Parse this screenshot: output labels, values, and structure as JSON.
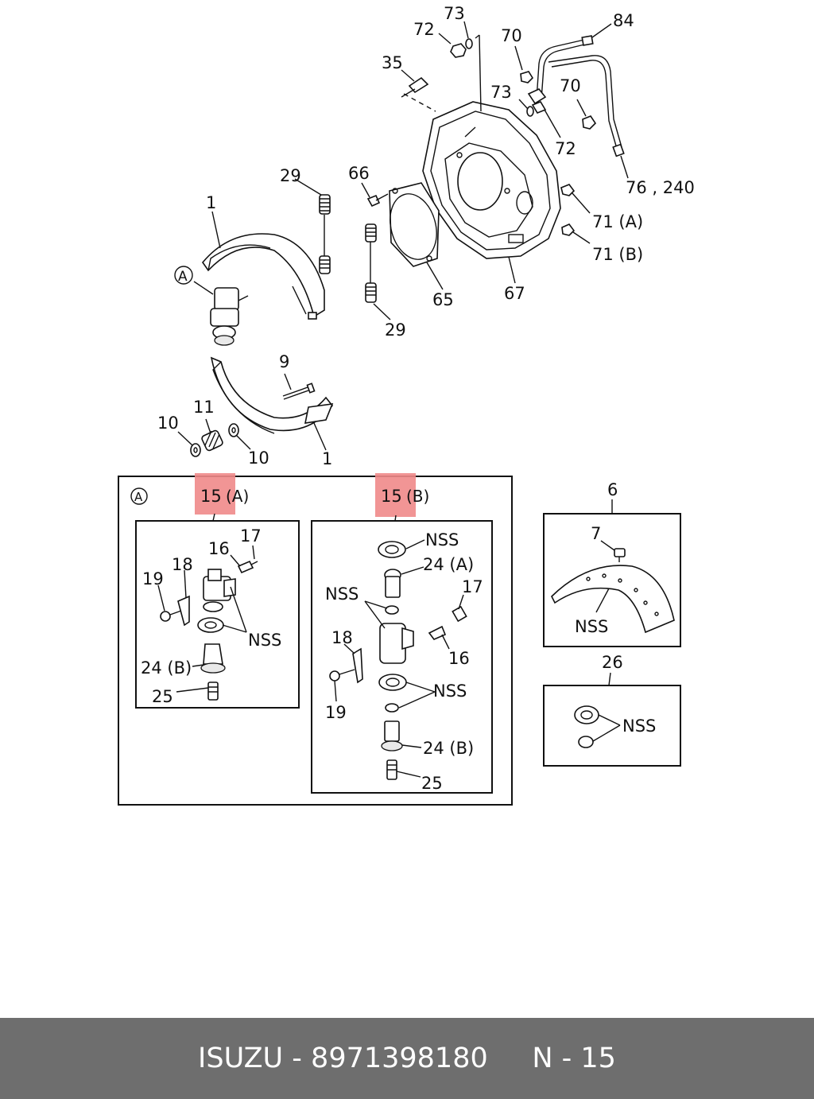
{
  "labels": {
    "l73a": "73",
    "l72a": "72",
    "l70a": "70",
    "l84": "84",
    "l35": "35",
    "l73b": "73",
    "l70b": "70",
    "l72b": "72",
    "l76": "76 , 240",
    "l71a": "71 (A)",
    "l71b": "71 (B)",
    "l29a": "29",
    "l66": "66",
    "l1a": "1",
    "l65": "65",
    "l67": "67",
    "l29b": "29",
    "lA": "A",
    "l9": "9",
    "l11": "11",
    "l10a": "10",
    "l10b": "10",
    "l1b": "1"
  },
  "panel_a": {
    "marker": "A",
    "sub_a": {
      "head": "15",
      "suffix": "(A)",
      "l17": "17",
      "l16": "16",
      "l18": "18",
      "l19": "19",
      "nss": "NSS",
      "l24b": "24 (B)",
      "l25": "25"
    },
    "sub_b": {
      "head": "15",
      "suffix": "(B)",
      "nss1": "NSS",
      "l24a": "24 (A)",
      "nss2": "NSS",
      "l17": "17",
      "l18": "18",
      "l16": "16",
      "nss3": "NSS",
      "l19": "19",
      "l24b": "24 (B)",
      "l25": "25"
    }
  },
  "box6": {
    "l6": "6",
    "l7": "7",
    "nss": "NSS"
  },
  "box26": {
    "l26": "26",
    "nss": "NSS"
  },
  "footer": {
    "text": "ISUZU - 8971398180     N - 15"
  },
  "colors": {
    "highlight": "#f08a8a",
    "footer_bg": "#6e6e6e",
    "footer_text": "#ffffff"
  }
}
